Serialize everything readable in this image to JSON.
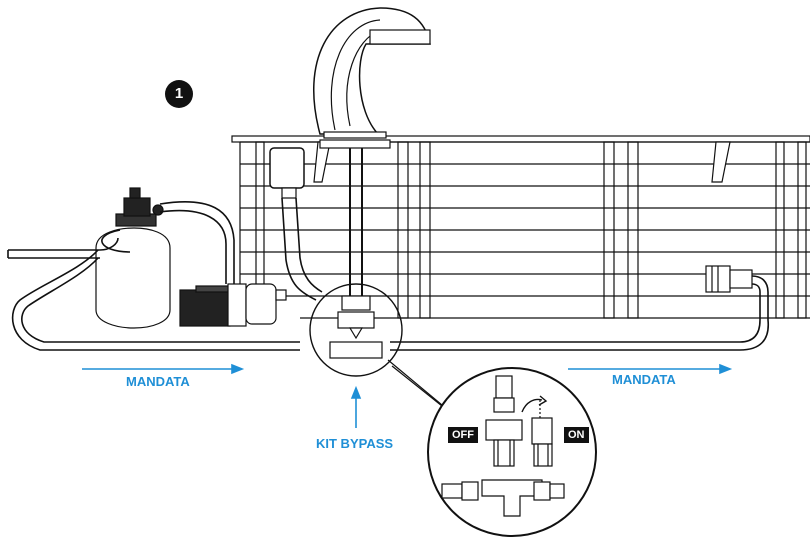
{
  "step_badge": "1",
  "labels": {
    "flow_left": "MANDATA",
    "flow_right": "MANDATA",
    "bypass_kit": "KIT BYPASS",
    "valve_off": "OFF",
    "valve_on": "ON"
  },
  "colors": {
    "accent": "#1f8fd6",
    "line": "#111111",
    "fill": "#ffffff"
  },
  "icons": [
    "waterfall-nozzle-icon",
    "sand-filter-icon",
    "pump-icon",
    "heater-icon",
    "inlet-nozzle-icon",
    "bypass-valve-icon",
    "rotate-arrow-icon"
  ]
}
